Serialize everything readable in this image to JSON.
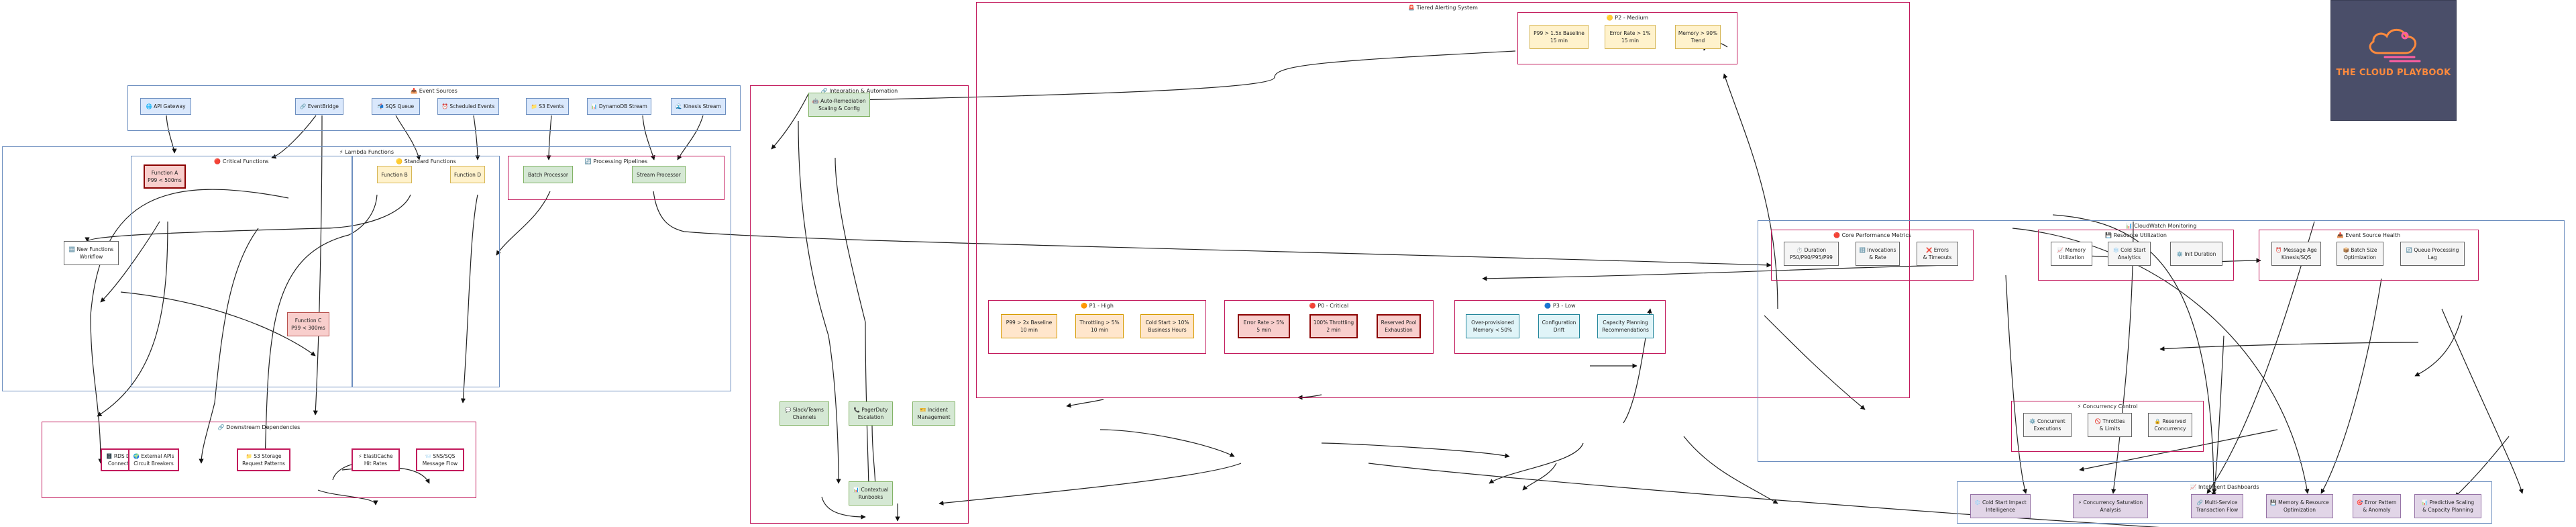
{
  "clusters": {
    "event_sources": "📥 Event Sources",
    "lambda_functions": "⚡ Lambda Functions",
    "critical_functions": "🔴 Critical Functions",
    "standard_functions": "🟡 Standard Functions",
    "processing_pipelines": "🔄 Processing Pipelines",
    "integration": "🔗 Integration & Automation",
    "downstream": "🔗 Downstream Dependencies",
    "alerting": "🚨 Tiered Alerting System",
    "p0": "🔴 P0 - Critical",
    "p1": "🟠 P1 - High",
    "p2": "🟡 P2 - Medium",
    "p3": "🔵 P3 - Low",
    "cloudwatch": "📊 CloudWatch Monitoring",
    "core_metrics": "🔴 Core Performance Metrics",
    "resource_util": "💾 Resource Utilization",
    "event_source_health": "📥 Event Source Health",
    "concurrency": "⚡ Concurrency Control",
    "dashboards": "📈 Intelligent Dashboards"
  },
  "nodes": {
    "api_gateway": [
      "🌐 API Gateway"
    ],
    "eventbridge": [
      "🔗 EventBridge"
    ],
    "sqs": [
      "📬 SQS Queue"
    ],
    "scheduled": [
      "⏰ Scheduled Events"
    ],
    "s3": [
      "📁 S3 Events"
    ],
    "dynamodb": [
      "📊 DynamoDB Stream"
    ],
    "kinesis": [
      "🌊 Kinesis Stream"
    ],
    "auto_remediation": [
      "🤖 Auto-Remediation",
      "Scaling & Config"
    ],
    "func_a": [
      "Function A",
      "P99 < 500ms"
    ],
    "func_b": [
      "Function B"
    ],
    "func_c": [
      "Function C",
      "P99 < 300ms"
    ],
    "func_d": [
      "Function D"
    ],
    "batch": [
      "Batch Processor"
    ],
    "stream": [
      "Stream Processor"
    ],
    "new_functions": [
      "🆕 New Functions",
      "Workflow"
    ],
    "rds": [
      "🗄️ RDS Database",
      "Connection Pool"
    ],
    "external_apis": [
      "🌍 External APIs",
      "Circuit Breakers"
    ],
    "s3_storage": [
      "📁 S3 Storage",
      "Request Patterns"
    ],
    "elasticache": [
      "⚡ ElastiCache",
      "Hit Rates"
    ],
    "sns_sqs": [
      "📨 SNS/SQS",
      "Message Flow"
    ],
    "slack": [
      "💬 Slack/Teams",
      "Channels"
    ],
    "pagerduty": [
      "📞 PagerDuty",
      "Escalation"
    ],
    "incident": [
      "🎫 Incident",
      "Management"
    ],
    "contextual": [
      "📊 Contextual",
      "Runbooks"
    ],
    "p2_a": [
      "P99 > 1.5x Baseline",
      "15 min"
    ],
    "p2_b": [
      "Error Rate > 1%",
      "15 min"
    ],
    "p2_c": [
      "Memory > 90%",
      "Trend"
    ],
    "p1_a": [
      "P99 > 2x Baseline",
      "10 min"
    ],
    "p1_b": [
      "Throttling > 5%",
      "10 min"
    ],
    "p1_c": [
      "Cold Start > 10%",
      "Business Hours"
    ],
    "p0_a": [
      "Error Rate > 5%",
      "5 min"
    ],
    "p0_b": [
      "100% Throttling",
      "2 min"
    ],
    "p0_c": [
      "Reserved Pool",
      "Exhaustion"
    ],
    "p3_a": [
      "Over-provisioned",
      "Memory < 50%"
    ],
    "p3_b": [
      "Configuration",
      "Drift"
    ],
    "p3_c": [
      "Capacity Planning",
      "Recommendations"
    ],
    "duration": [
      "⏱️ Duration",
      "P50/P90/P95/P99"
    ],
    "invocations": [
      "🔢 Invocations",
      "& Rate"
    ],
    "errors": [
      "❌ Errors",
      "& Timeouts"
    ],
    "memory_util": [
      "📈 Memory",
      "Utilization"
    ],
    "cold_start": [
      "❄️ Cold Start",
      "Analytics"
    ],
    "init_duration": [
      "⚙️ Init Duration"
    ],
    "message_age": [
      "⏰ Message Age",
      "Kinesis/SQS"
    ],
    "batch_size": [
      "📦 Batch Size",
      "Optimization"
    ],
    "queue_lag": [
      "🔄 Queue Processing",
      "Lag"
    ],
    "concurrent_exec": [
      "⚙️ Concurrent",
      "Executions"
    ],
    "throttles": [
      "🚫 Throttles",
      "& Limits"
    ],
    "reserved_conc": [
      "🔒 Reserved",
      "Concurrency"
    ],
    "cold_start_impact": [
      "❄️ Cold Start Impact",
      "Intelligence"
    ],
    "concurrency_saturation": [
      "⚡ Concurrency Saturation",
      "Analysis"
    ],
    "multi_service": [
      "🔗 Multi-Service",
      "Transaction Flow"
    ],
    "memory_resource": [
      "💾 Memory & Resource",
      "Optimization"
    ],
    "error_pattern": [
      "🎯 Error Pattern",
      "& Anomaly"
    ],
    "predictive": [
      "📊 Predictive Scaling",
      "& Capacity Planning"
    ]
  },
  "logo": {
    "text": "THE CLOUD PLAYBOOK",
    "bg_color": "#4a4e69",
    "text_color": "#ff8a3d",
    "icon": "cloud-icon"
  },
  "colors": {
    "critical": "#f8cecc",
    "standard": "#fff2cc",
    "source": "#dae8fc",
    "pipeline": "#d5e8d4",
    "dashboard": "#e1d5e7"
  }
}
